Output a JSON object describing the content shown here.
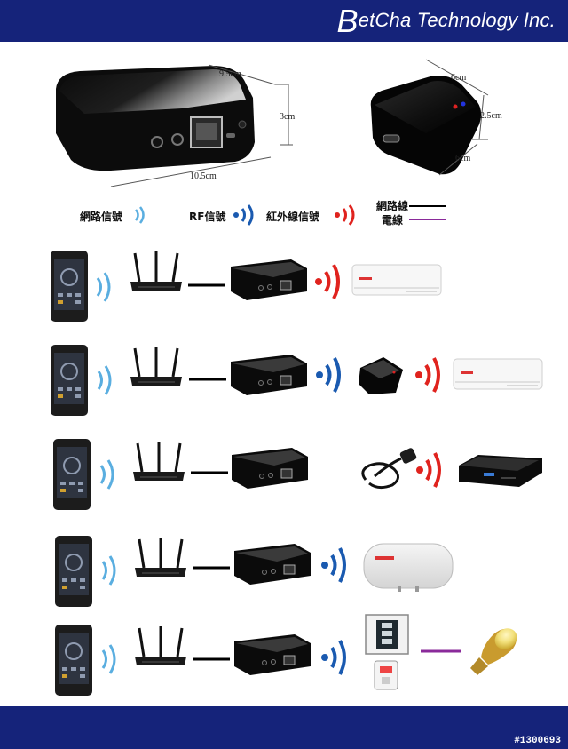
{
  "header": {
    "brand_initial": "B",
    "brand_rest": "etCha Technology Inc."
  },
  "dimensions": {
    "hub_width": "9.5cm",
    "hub_height": "3cm",
    "hub_length": "10.5cm",
    "mini_depth": "6cm",
    "mini_height": "2.5cm",
    "mini_width": "6cm"
  },
  "legend": {
    "network_signal": "網路信號",
    "rf_signal": "RF信號",
    "ir_signal": "紅外線信號",
    "network_cable": "網路線",
    "power_cable": "電線"
  },
  "colors": {
    "header_bg": "#15237a",
    "wifi_icon": "#5aaee0",
    "rf_icon": "#1a5ab0",
    "ir_icon": "#e0231e",
    "network_cable": "#000000",
    "power_cable": "#8a2a9a"
  },
  "scenarios": [
    {
      "final_device": "air-conditioner",
      "signal": "ir",
      "via_mini_ir": false
    },
    {
      "final_device": "air-conditioner",
      "signal": "rf",
      "via_mini_ir": true
    },
    {
      "final_device": "tv-box",
      "signal": "ir",
      "via_mini_ir": false
    },
    {
      "final_device": "water-heater",
      "signal": "rf",
      "via_mini_ir": false
    },
    {
      "final_device": "light-bulb",
      "signal": "rf",
      "via_mini_ir": false
    }
  ],
  "footer": {
    "watermark": "#1300693"
  }
}
